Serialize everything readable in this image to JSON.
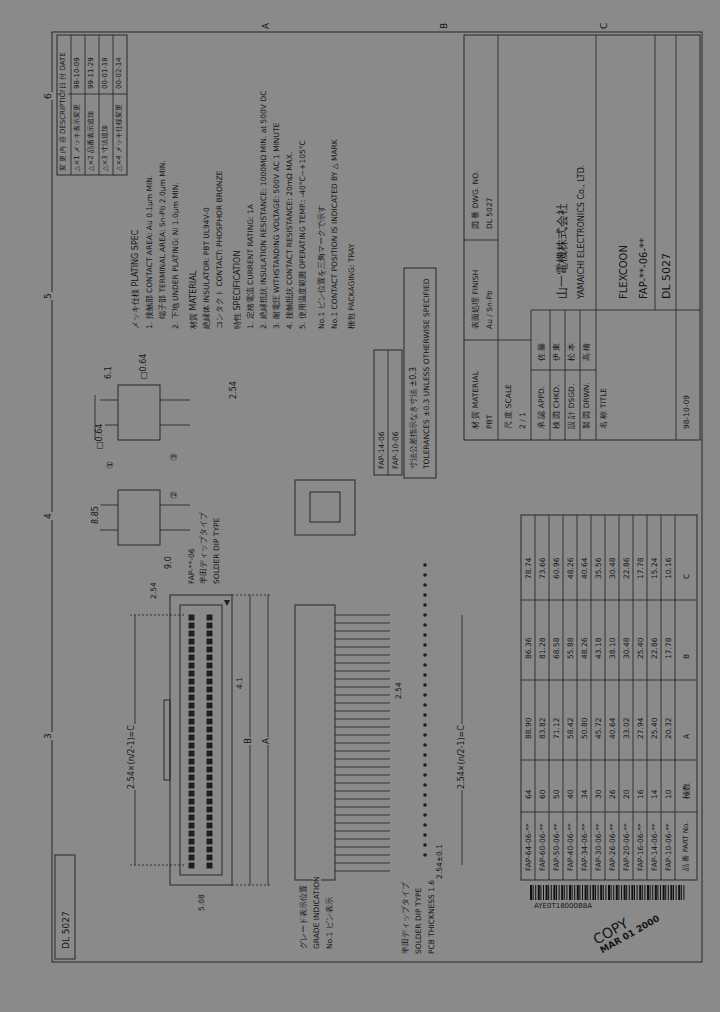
{
  "diagram": {
    "labels": [
      "6",
      "5",
      "4",
      "3",
      "A",
      "B",
      "C",
      "変 更 内 容 DESCRIPTION",
      "△×1 メッキ表示変更",
      "△×2 品番表示追加",
      "△×3 寸法追加",
      "△×4 メッキ仕様変更",
      "日 付 DATE",
      "98-10-09",
      "99-11-29",
      "00-01-18",
      "00-02-14",
      "メッキ仕様 PLATING SPEC",
      "1. 接触部 CONTACT AREA: Au 0.1μm MIN.",
      "端子部 TERMINAL AREA: Sn-Pb 2.0μm MIN.",
      "2. 下地 UNDER PLATING: Ni 1.0μm MIN.",
      "材質 MATERIAL",
      "絶縁体 INSULATOR: PBT UL94V-0",
      "コンタクト CONTACT: PHOSPHOR BRONZE",
      "特性 SPECIFICATION",
      "1. 定格電流 CURRENT RATING: 1A",
      "2. 絶縁抵抗 INSULATION RESISTANCE: 1000MΩ MIN. at 500V DC",
      "3. 耐電圧 WITHSTANDING VOLTAGE: 500V AC 1 MINUTE",
      "4. 接触抵抗 CONTACT RESISTANCE: 20mΩ MAX.",
      "5. 使用温度範囲 OPERATING TEMP.: -40°C~+105°C",
      "No.1 ピン位置を三角マークで示す",
      "No.1 CONTACT POSITION IS INDICATED BY △ MARK",
      "梱包 PACKAGING: TRAY",
      "寸法公差指示なき寸法 ±0.3",
      "TOLERANCES ±0.3 UNLESS OTHERWISE SPECIFIED",
      "FAP-14-06",
      "FAP-10-06",
      "材 質 MATERIAL",
      "PBT",
      "表面処理 FINISH",
      "Au / Sn-Pb",
      "図 番 DWG. NO.",
      "DL 5027",
      "尺 度 SCALE",
      "2 / 1",
      "承 認 APPD.",
      "検 図 CHKD.",
      "設 計 DSGD.",
      "製 図 DRWN.",
      "佐 藤",
      "伊 東",
      "松 本",
      "高 橋",
      "山一電機株式会社",
      "YAMAICHI ELECTRONICS Co., LTD.",
      "名 称 TITLE",
      "FLEXCOON",
      "FAP-**-06-**",
      "DL 5027",
      "98-10-09",
      "品 番 PART No.",
      "極数",
      "A",
      "B",
      "C",
      "FAP-64-06-**",
      "64",
      "88.90",
      "86.36",
      "78.74",
      "FAP-60-06-**",
      "60",
      "83.82",
      "81.28",
      "73.66",
      "FAP-50-06-**",
      "50",
      "71.12",
      "68.58",
      "60.96",
      "FAP-40-06-**",
      "40",
      "58.42",
      "55.88",
      "48.26",
      "FAP-34-06-**",
      "34",
      "50.80",
      "48.26",
      "40.64",
      "FAP-30-06-**",
      "30",
      "45.72",
      "43.18",
      "35.56",
      "FAP-26-06-**",
      "26",
      "40.64",
      "38.10",
      "30.48",
      "FAP-20-06-**",
      "20",
      "33.02",
      "30.48",
      "22.86",
      "FAP-16-06-**",
      "16",
      "27.94",
      "25.40",
      "17.78",
      "FAP-14-06-**",
      "14",
      "25.40",
      "22.86",
      "15.24",
      "FAP-10-06-**",
      "10",
      "20.32",
      "17.78",
      "10.16",
      "2.54×(n/2-1)=C",
      "B",
      "A",
      "2.54",
      "5.08",
      "4.1",
      "①",
      "②",
      "③",
      "9.0",
      "8.85",
      "6.1",
      "2.54",
      "FAP-**-06",
      "半田ディップタイプ",
      "SOLDER DIP TYPE",
      "□0.64",
      "□0.64",
      "2.54×(n/2-1)=C",
      "2.54±0.1",
      "2.54",
      "グレード表示位置",
      "GRADE INDICATION",
      "No.1 ピン表示",
      "半田ディップタイプ",
      "SOLDER DIP TYPE",
      "PCB THICKNESS 1.6",
      "DL 5027",
      "AYE0T18000B8A",
      "COPY",
      "MAR 01 2000"
    ]
  }
}
